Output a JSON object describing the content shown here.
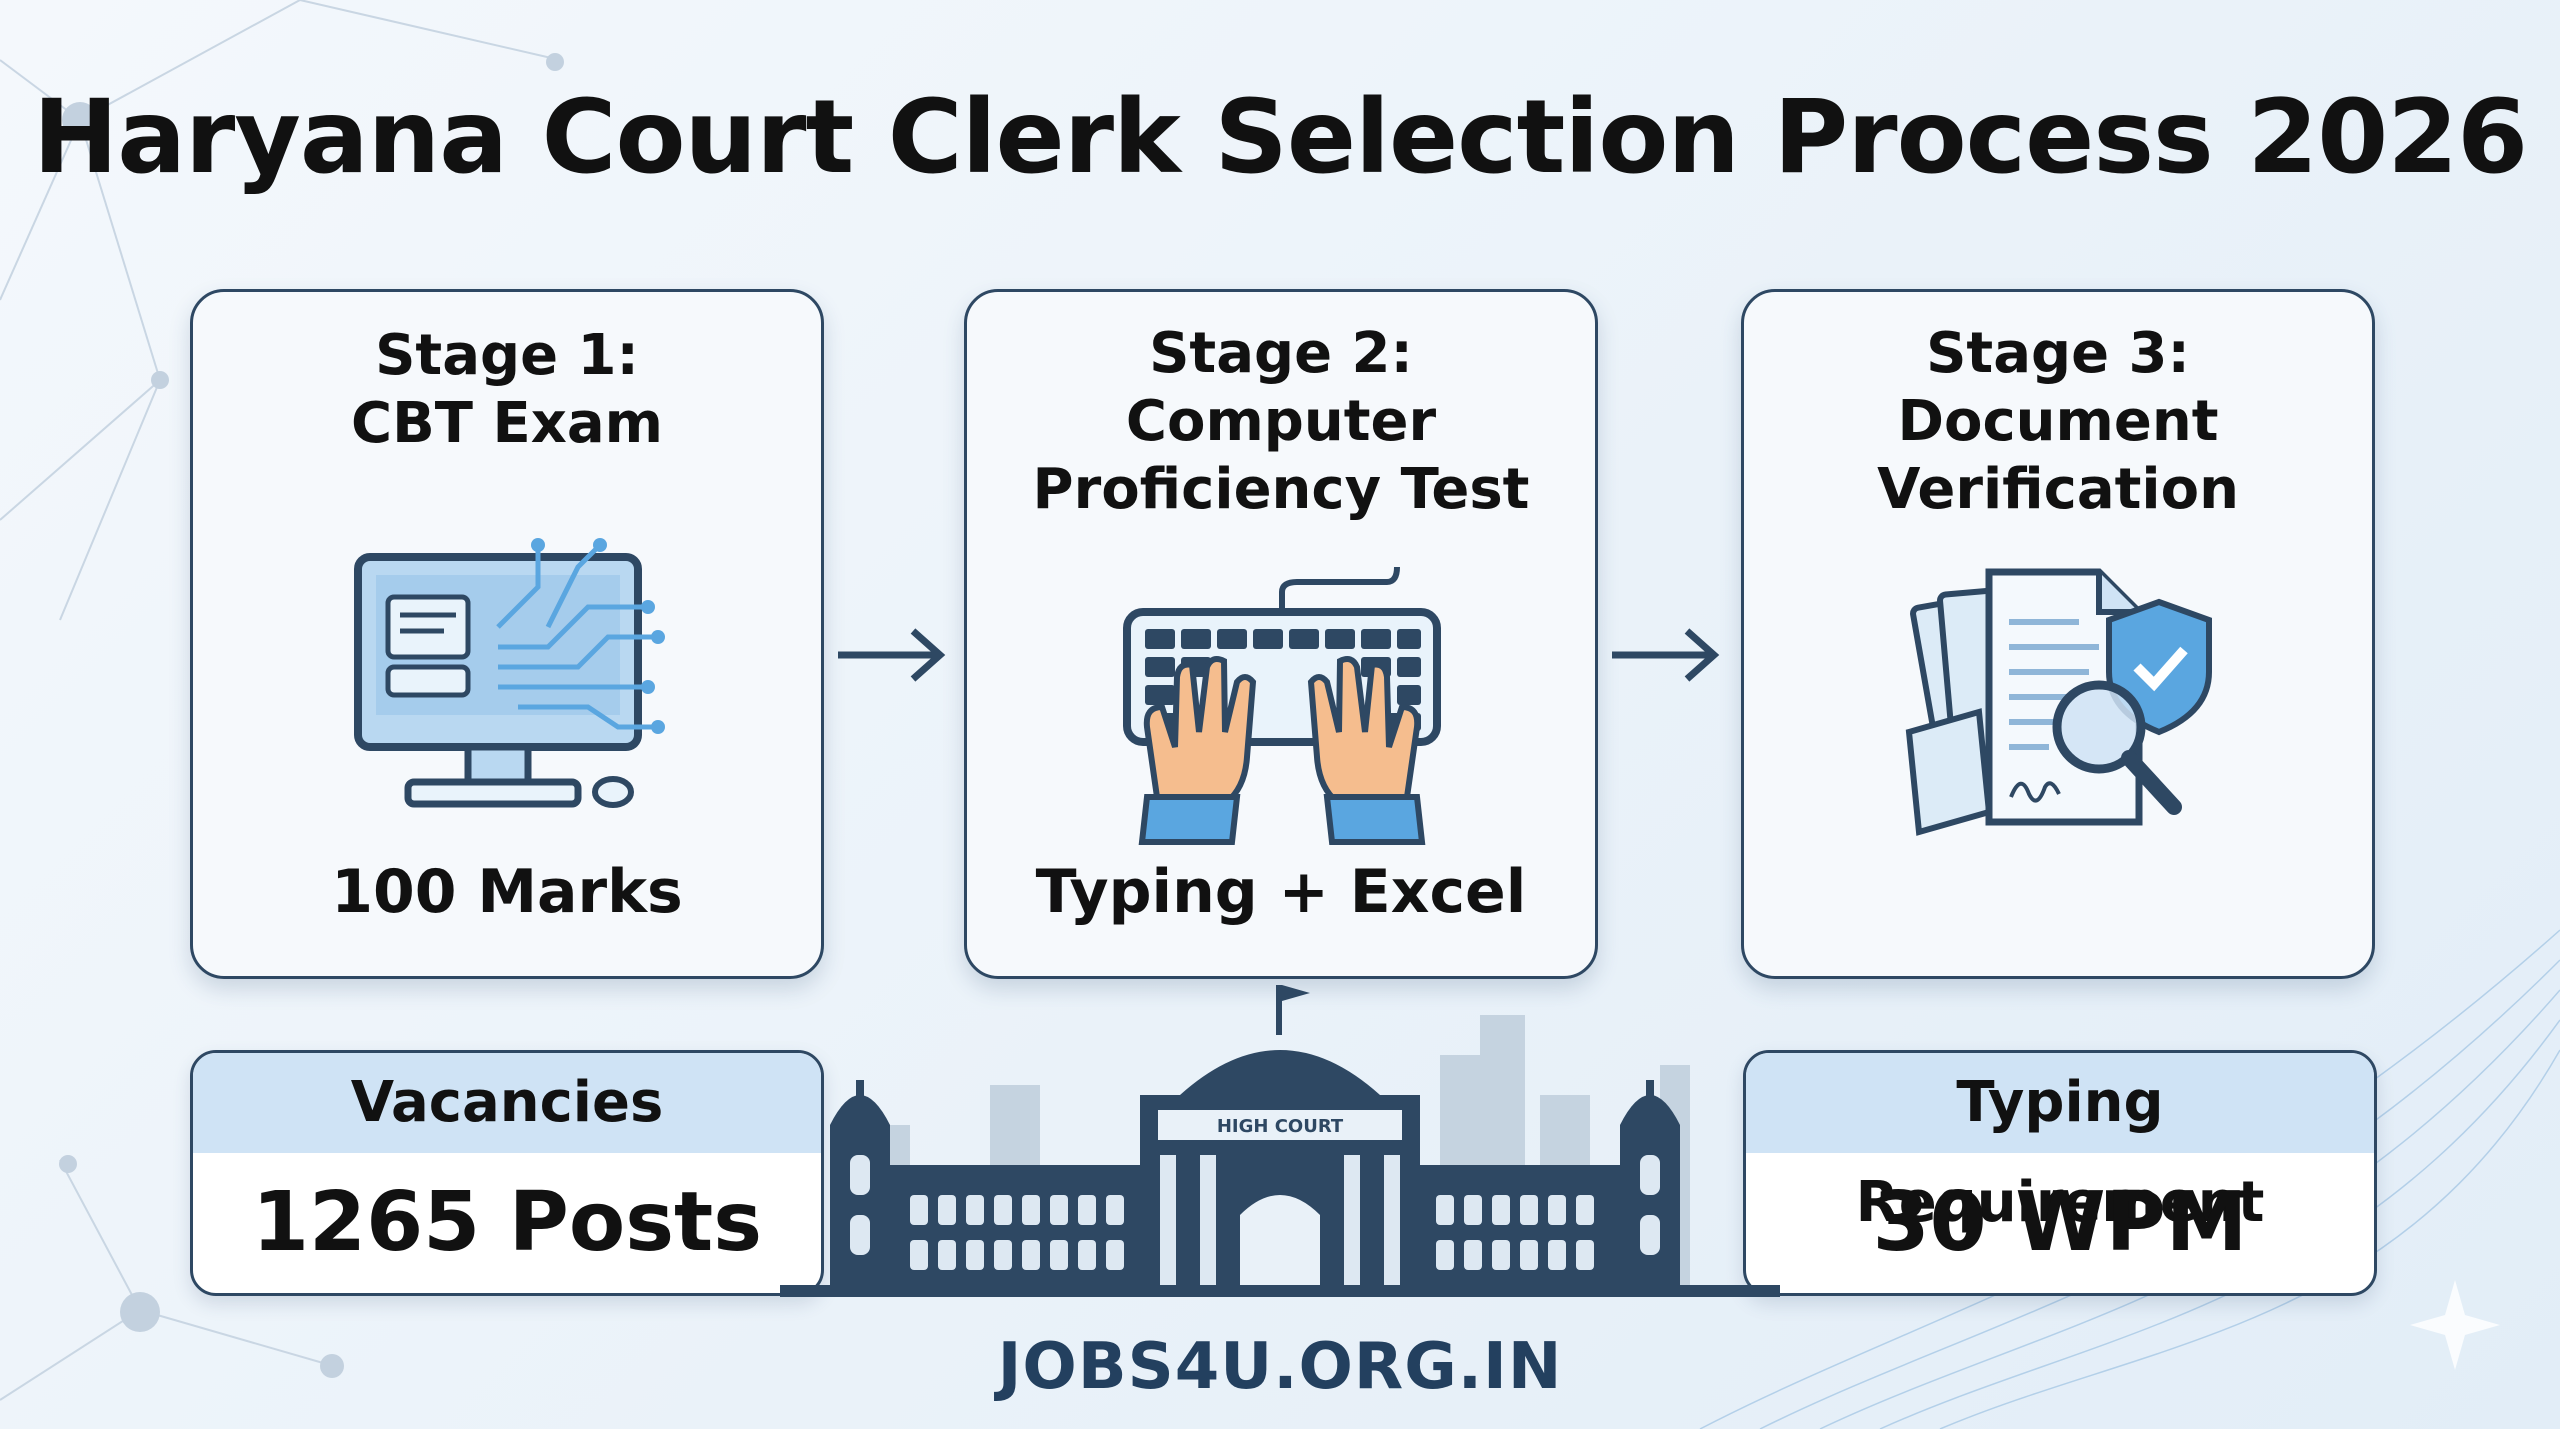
{
  "title": "Haryana Court Clerk Selection Process 2026",
  "stages": [
    {
      "heading": "Stage 1:\nCBT Exam",
      "detail": "100 Marks",
      "icon": "computer-circuit-icon"
    },
    {
      "heading": "Stage 2:\nComputer\nProficiency Test",
      "detail": "Typing + Excel",
      "icon": "keyboard-typing-icon"
    },
    {
      "heading": "Stage 3:\nDocument\nVerification",
      "detail": "",
      "icon": "document-verification-icon"
    }
  ],
  "info_boxes": [
    {
      "label": "Vacancies",
      "value": "1265 Posts"
    },
    {
      "label": "Typing Requirement",
      "value": "30 WPM"
    }
  ],
  "building_label": "HIGH COURT",
  "footer": "JOBS4U.ORG.IN",
  "colors": {
    "accent": "#2e4863",
    "header_fill": "#cfe3f5",
    "icon_blue": "#5aa6e0",
    "navy": "#23405f"
  }
}
